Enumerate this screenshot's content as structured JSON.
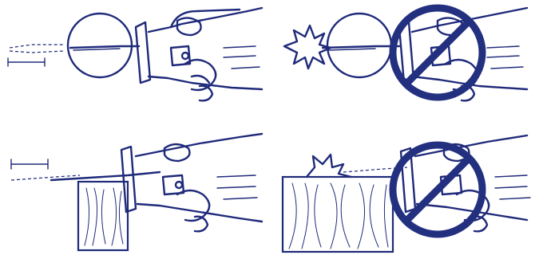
{
  "colors": {
    "ink": "#1f2a7a",
    "prohibition": "#23307f",
    "background": "#ffffff"
  },
  "panels": [
    {
      "id": "top-left",
      "icon": "saw-blade-in-zoom-circle",
      "status": "correct"
    },
    {
      "id": "top-right",
      "icon": "saw-blade-breaking-in-zoom-circle",
      "status": "prohibited"
    },
    {
      "id": "bottom-left",
      "icon": "saw-guide-shoe-on-wood",
      "status": "correct"
    },
    {
      "id": "bottom-right",
      "icon": "saw-blade-breaking-on-wood",
      "status": "prohibited"
    }
  ]
}
